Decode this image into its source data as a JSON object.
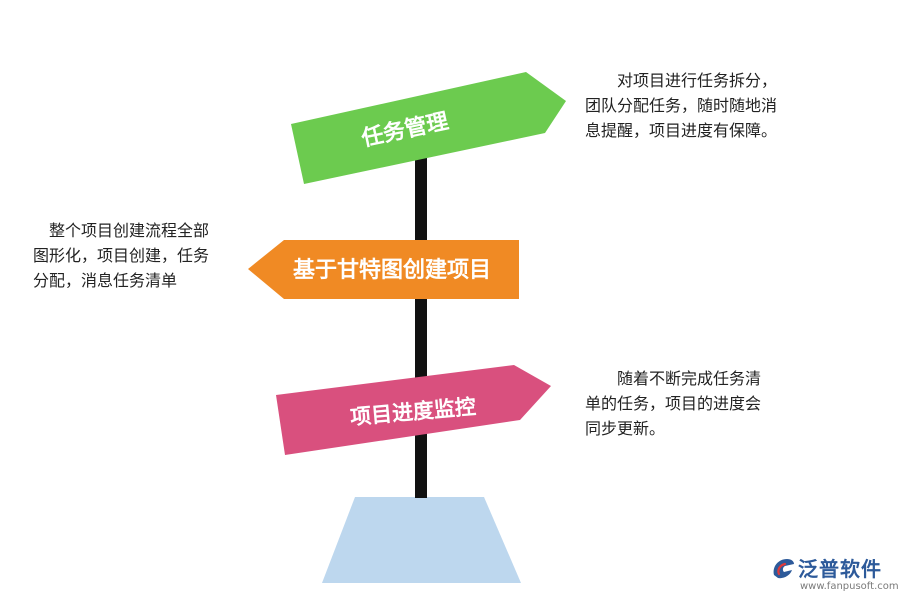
{
  "signs": [
    {
      "id": "task-management",
      "label": "任务管理",
      "color": "#6ccb4f"
    },
    {
      "id": "gantt-project",
      "label": "基于甘特图创建项目",
      "color": "#f08a24"
    },
    {
      "id": "progress-monitor",
      "label": "项目进度监控",
      "color": "#d9507e"
    }
  ],
  "descriptions": {
    "task_management": [
      "对项目进行任务拆分，",
      "团队分配任务，随时随地消",
      "息提醒，项目进度有保障。"
    ],
    "gantt_project": [
      "整个项目创建流程全部",
      "图形化，项目创建，任务",
      "分配，消息任务清单"
    ],
    "progress_monitor": [
      "随着不断完成任务清",
      "单的任务，项目的进度会",
      "同步更新。"
    ]
  },
  "colors": {
    "pole": "#111111",
    "base": "#bdd7ee"
  },
  "logo": {
    "name": "泛普软件",
    "url": "www.fanpusoft.com",
    "icon": "fanpu-logo-icon"
  }
}
